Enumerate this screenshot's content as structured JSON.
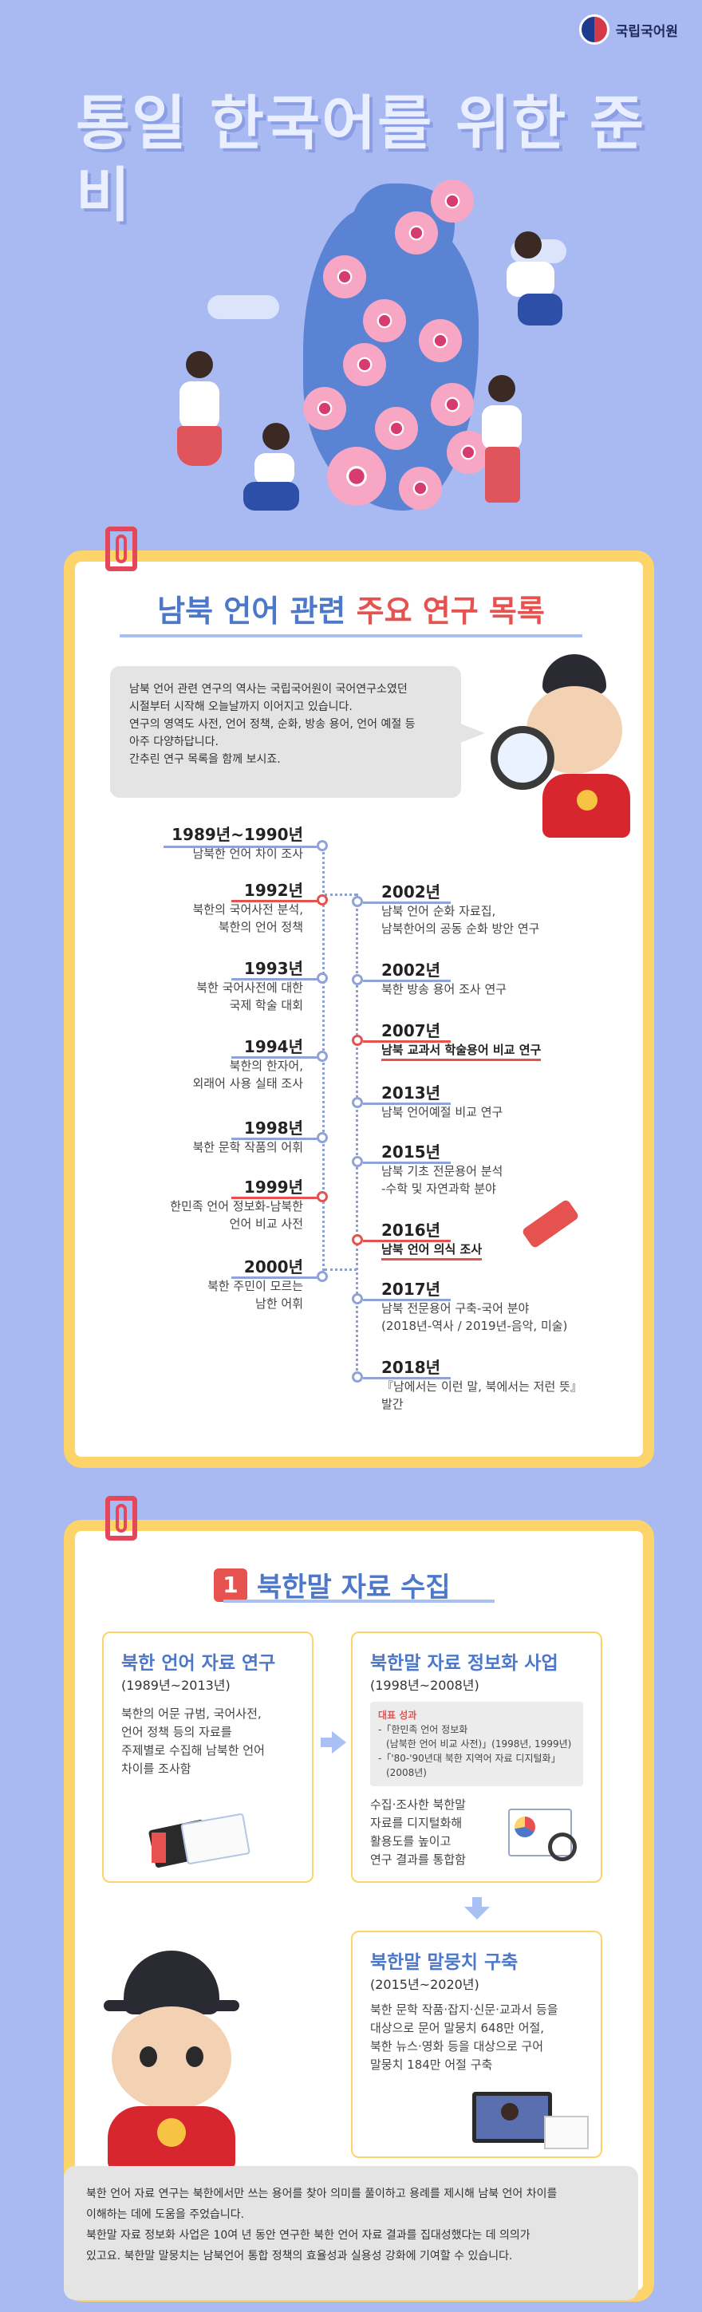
{
  "header": {
    "org_name": "국립국어원",
    "title": "통일 한국어를 위한 준비"
  },
  "section1": {
    "title_part1": "남북 언어 관련 ",
    "title_part2": "주요 연구 목록",
    "intro": [
      "남북 언어 관련 연구의 역사는 국립국어원이 국어연구소였던",
      "시절부터 시작해 오늘날까지 이어지고 있습니다.",
      "연구의 영역도 사전, 언어 정책, 순화, 방송 용어, 언어 예절 등",
      "아주 다양하답니다.",
      "간추린 연구 목록을 함께 보시죠."
    ],
    "timeline_left": [
      {
        "year": "1989년~1990년",
        "lines": [
          "남북한 언어 차이 조사"
        ]
      },
      {
        "year": "1992년",
        "lines": [
          "북한의 국어사전 분석,",
          "북한의 언어 정책"
        ]
      },
      {
        "year": "1993년",
        "lines": [
          "북한 국어사전에 대한",
          "국제 학술 대회"
        ]
      },
      {
        "year": "1994년",
        "lines": [
          "북한의 한자어,",
          "외래어 사용 실태 조사"
        ]
      },
      {
        "year": "1998년",
        "lines": [
          "북한 문학 작품의 어휘"
        ]
      },
      {
        "year": "1999년",
        "lines": [
          "한민족 언어 정보화-남북한",
          "언어 비교 사전"
        ]
      },
      {
        "year": "2000년",
        "lines": [
          "북한 주민이 모르는",
          "남한 어휘"
        ]
      }
    ],
    "timeline_right": [
      {
        "year": "2002년",
        "lines": [
          "남북 언어 순화 자료집,",
          "남북한어의 공동 순화 방안 연구"
        ]
      },
      {
        "year": "2002년",
        "lines": [
          "북한 방송 용어 조사 연구"
        ]
      },
      {
        "year": "2007년",
        "lines": [
          "남북 교과서 학술용어 비교 연구"
        ]
      },
      {
        "year": "2013년",
        "lines": [
          "남북 언어예절 비교 연구"
        ]
      },
      {
        "year": "2015년",
        "lines": [
          "남북 기초 전문용어 분석",
          "-수학 및 자연과학 분야"
        ]
      },
      {
        "year": "2016년",
        "lines": [
          "남북 언어 의식 조사"
        ]
      },
      {
        "year": "2017년",
        "lines": [
          "남북 전문용어 구축-국어 분야",
          "(2018년-역사 / 2019년-음악, 미술)"
        ]
      },
      {
        "year": "2018년",
        "lines": [
          "『남에서는 이런 말, 북에서는 저런 뜻』",
          "발간"
        ]
      }
    ]
  },
  "section2": {
    "number": "1",
    "title": "북한말 자료 수집",
    "box1": {
      "title": "북한 언어 자료 연구",
      "period": "(1989년~2013년)",
      "lines": [
        "북한의 어문 규범, 국어사전,",
        "언어 정책 등의 자료를",
        "주제별로 수집해 남북한 언어",
        "차이를 조사함"
      ]
    },
    "box2": {
      "title": "북한말 자료 정보화 사업",
      "period": "(1998년~2008년)",
      "highlight_title": "대표 성과",
      "highlight_lines": [
        "-「한민족 언어 정보화",
        "(남북한 언어 비교 사전)」(1998년, 1999년)",
        "-「'80-'90년대 북한 지역어 자료 디지털화」",
        "(2008년)"
      ],
      "lines": [
        "수집·조사한 북한말",
        "자료를 디지털화해",
        "활용도를 높이고",
        "연구 결과를 통합함"
      ]
    },
    "box3": {
      "title": "북한말 말뭉치 구축",
      "period": "(2015년~2020년)",
      "lines": [
        "북한 문학 작품·잡지·신문·교과서 등을",
        "대상으로 문어 말뭉치 648만 어절,",
        "북한 뉴스·영화 등을 대상으로 구어",
        "말뭉치 184만 어절 구축"
      ]
    },
    "footer": [
      "북한 언어 자료 연구는 북한에서만 쓰는 용어를 찾아 의미를 풀이하고 용례를 제시해 남북 언어 차이를",
      "이해하는 데에 도움을 주었습니다.",
      "북한말 자료 정보화 사업은 10여 년 동안 연구한 북한 언어 자료 결과를 집대성했다는 데 의의가",
      "있고요. 북한말 말뭉치는 남북언어 통합 정책의 효율성과 실용성 강화에 기여할 수 있습니다."
    ]
  },
  "colors": {
    "background": "#a9b9f2",
    "accent_blue": "#4d78c9",
    "accent_red": "#e6524f",
    "frame_yellow": "#fdd46a"
  }
}
